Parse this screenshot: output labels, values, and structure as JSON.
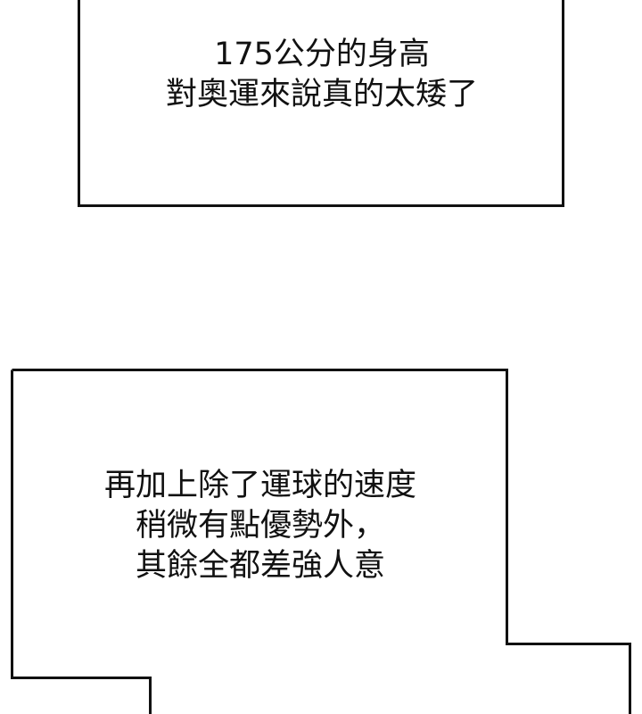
{
  "panels": [
    {
      "id": "panel-1",
      "lines": [
        "175公分的身高",
        "對奧運來說真的太矮了"
      ]
    },
    {
      "id": "panel-2",
      "lines": [
        "再加上除了運球的速度",
        "稍微有點優勢外，",
        "其餘全都差強人意"
      ]
    }
  ],
  "colors": {
    "background": "#ffffff",
    "border": "#111111",
    "text": "#111111"
  }
}
